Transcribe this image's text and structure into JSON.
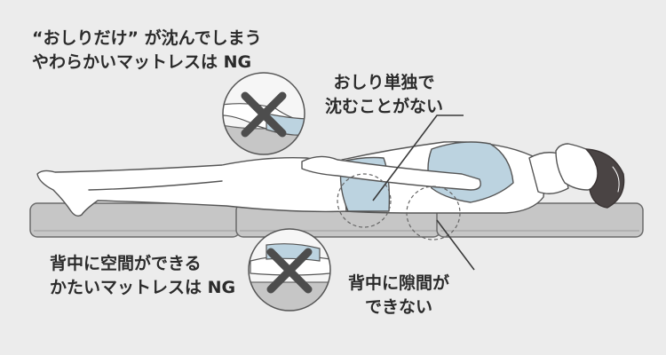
{
  "labels": {
    "soft_mattress": {
      "line1": "“おしりだけ” が沈んでしまう",
      "line2": "やわらかいマットレスは NG"
    },
    "hip_alone": {
      "line1": "おしり単独で",
      "line2": "沈むことがない"
    },
    "hard_mattress": {
      "line1": "背中に空間ができる",
      "line2": "かたいマットレスは NG"
    },
    "back_gap": {
      "line1": "背中に隙間が",
      "line2": "できない"
    }
  },
  "icons": {
    "ng_mark": "x-mark-icon",
    "zoom_area": "dashed-circle-icon"
  },
  "colors": {
    "background": "#ececec",
    "mattress": "#c6c6c6",
    "mattress_edge": "#6a6a6a",
    "skin": "#ffffff",
    "outline": "#555555",
    "clothing": "#bcd3e0",
    "hair": "#4a4444",
    "ng_mark": "#4d4d4d",
    "text": "#2b2b2b"
  }
}
